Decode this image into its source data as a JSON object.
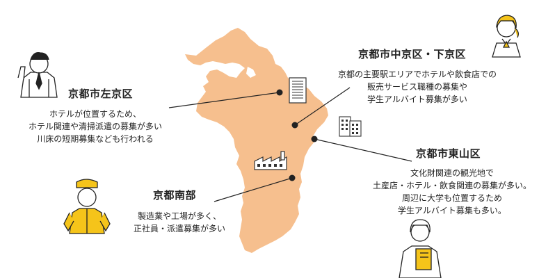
{
  "regions": [
    {
      "id": "sakyo",
      "title": "京都市左京区",
      "lines": [
        "ホテルが位置するため、",
        "ホテル関連や清掃派遣の募集が多い",
        "川床の短期募集なども行われる"
      ]
    },
    {
      "id": "nakagyo",
      "title": "京都市中京区・下京区",
      "lines": [
        "京都の主要駅エリアでホテルや飲食店での",
        "販売サービス職種の募集や",
        "学生アルバイト募集が多い"
      ]
    },
    {
      "id": "higashiyama",
      "title": "京都市東山区",
      "lines": [
        "文化財関連の観光地で",
        "土産店・ホテル・飲食関連の募集が多い。",
        "周辺に大学も位置するため",
        "学生アルバイト募集も多い。"
      ]
    },
    {
      "id": "nanbu",
      "title": "京都南部",
      "lines": [
        "製造業や工場が多く、",
        "正社員・派遣募集が多い"
      ]
    }
  ],
  "colors": {
    "map_fill": "#F6BF8E",
    "line": "#222222",
    "worker_yellow": "#F5C41A",
    "skin": "#FFFFFF"
  },
  "icons": [
    "office-building-icon",
    "apartment-buildings-icon",
    "factory-icon",
    "office-worker-icon",
    "receptionist-icon",
    "factory-worker-icon",
    "student-icon"
  ]
}
